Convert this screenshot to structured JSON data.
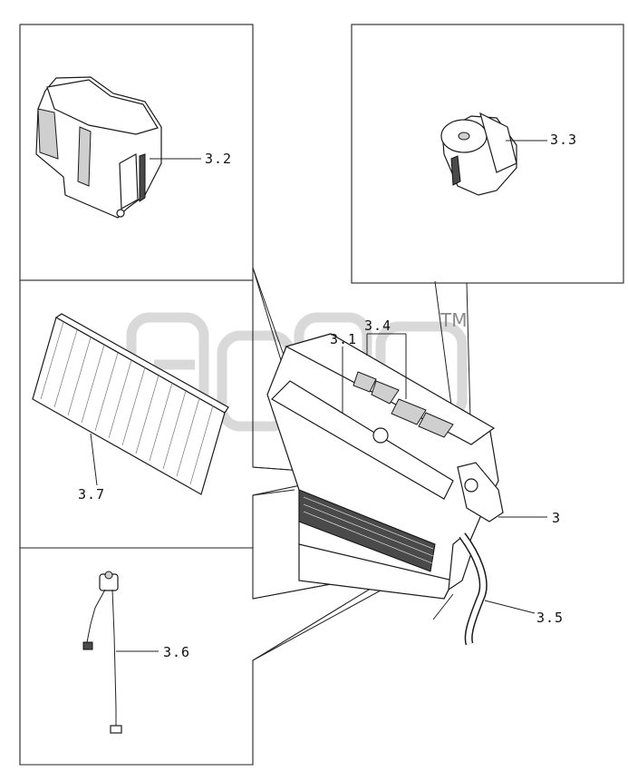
{
  "callouts": {
    "c3_2": "3.2",
    "c3_3": "3.3",
    "c3_1": "3.1",
    "c3_4": "3.4",
    "c3_7": "3.7",
    "c3": "3",
    "c3_5": "3.5",
    "c3_6": "3.6"
  },
  "watermark": {
    "trademark": "TM"
  },
  "colors": {
    "line": "#222222",
    "watermark": "#b9b9b9",
    "background": "#ffffff"
  }
}
